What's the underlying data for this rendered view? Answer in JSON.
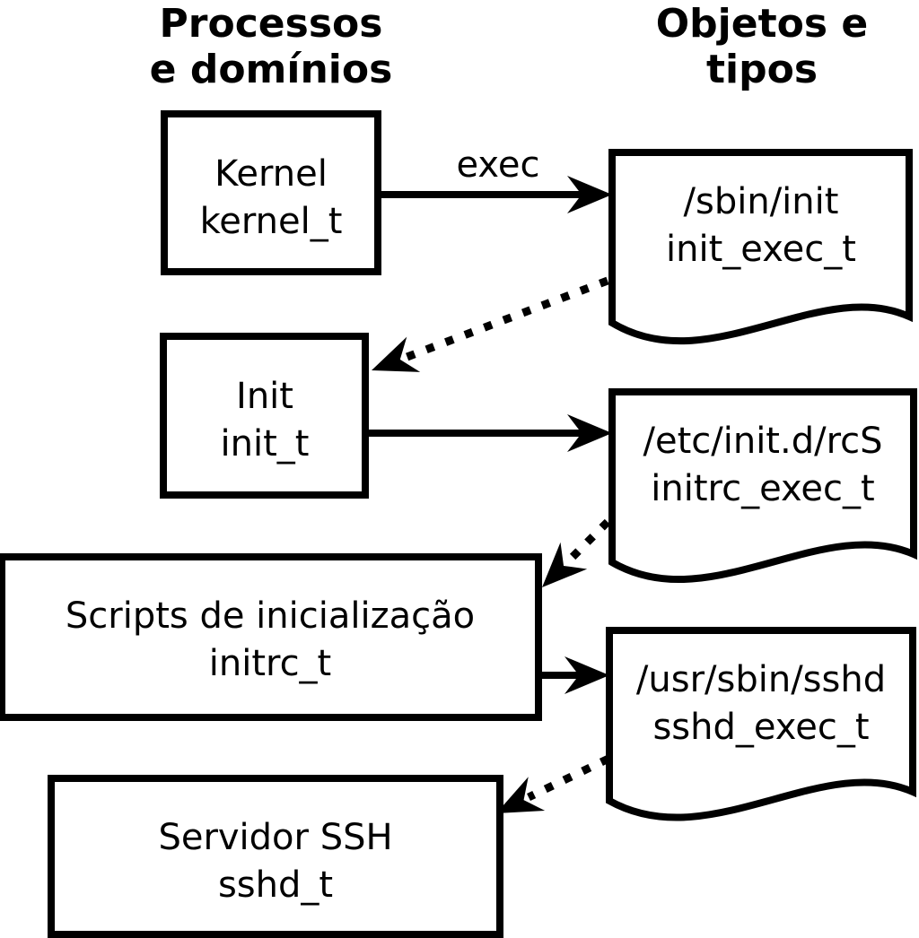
{
  "columns": {
    "left": {
      "line1": "Processos",
      "line2": "e domínios"
    },
    "right": {
      "line1": "Objetos e",
      "line2": "tipos"
    }
  },
  "processes": [
    {
      "name": "Kernel",
      "type": "kernel_t"
    },
    {
      "name": "Init",
      "type": "init_t"
    },
    {
      "name": "Scripts de inicialização",
      "type": "initrc_t"
    },
    {
      "name": "Servidor SSH",
      "type": "sshd_t"
    }
  ],
  "objects": [
    {
      "path": "/sbin/init",
      "type": "init_exec_t"
    },
    {
      "path": "/etc/init.d/rcS",
      "type": "initrc_exec_t"
    },
    {
      "path": "/usr/sbin/sshd",
      "type": "sshd_exec_t"
    }
  ],
  "edge_labels": {
    "exec": "exec"
  },
  "colors": {
    "ink": "#000000",
    "paper": "#ffffff"
  }
}
